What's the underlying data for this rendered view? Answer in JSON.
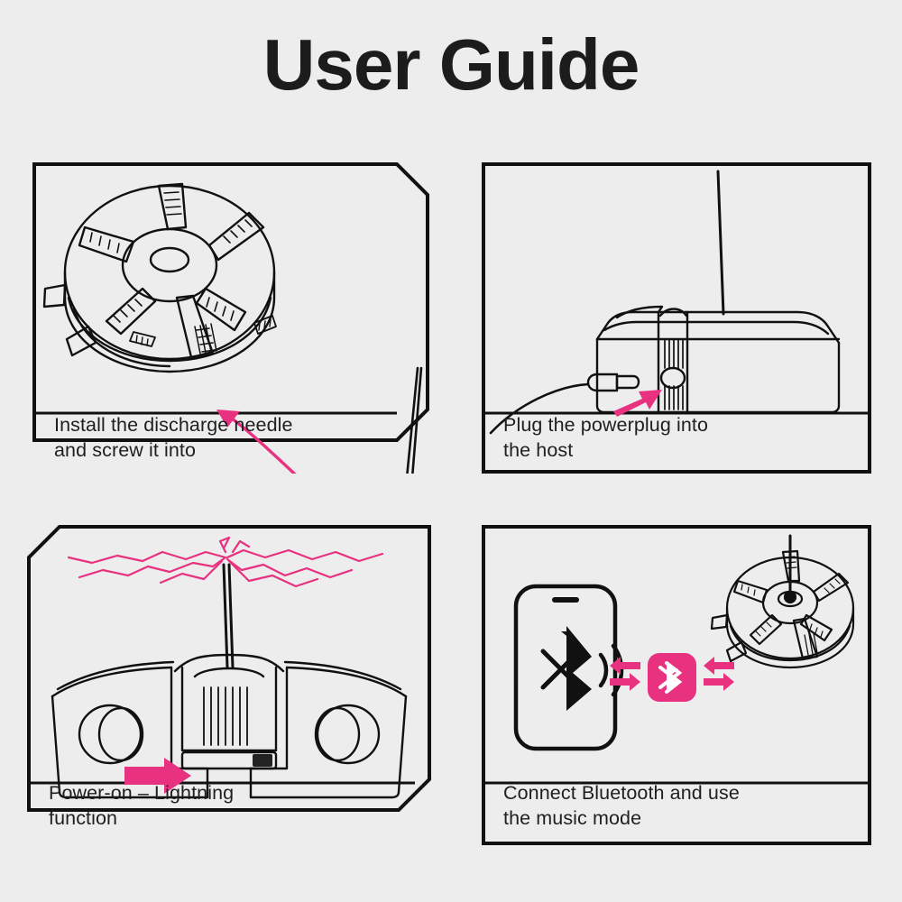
{
  "document": {
    "title": "User Guide",
    "background_color": "#ededed",
    "ink_color": "#111111",
    "accent_color": "#e8317f"
  },
  "steps": [
    {
      "id": "step-1",
      "caption": "Install the discharge needle\nand screw it into",
      "illustration": "plasma-ball-top-with-discharge-needle",
      "arrow": "pink-curved-arrow-to-center-socket"
    },
    {
      "id": "step-2",
      "caption": "Plug the powerplug into\nthe host",
      "illustration": "host-unit-side-view-with-antenna-and-power-plug",
      "arrow": "pink-straight-arrow-to-power-port"
    },
    {
      "id": "step-3",
      "caption": "Power-on – Lightning\nfunction",
      "illustration": "host-unit-front-view-with-lightning-arcs",
      "arrow": "pink-straight-arrow-to-power-switch"
    },
    {
      "id": "step-4",
      "caption": "Connect Bluetooth and use\nthe music mode",
      "illustration": "smartphone-bluetooth-pairing-with-device",
      "arrow": "pink-bluetooth-badge-with-exchange-arrows"
    }
  ]
}
